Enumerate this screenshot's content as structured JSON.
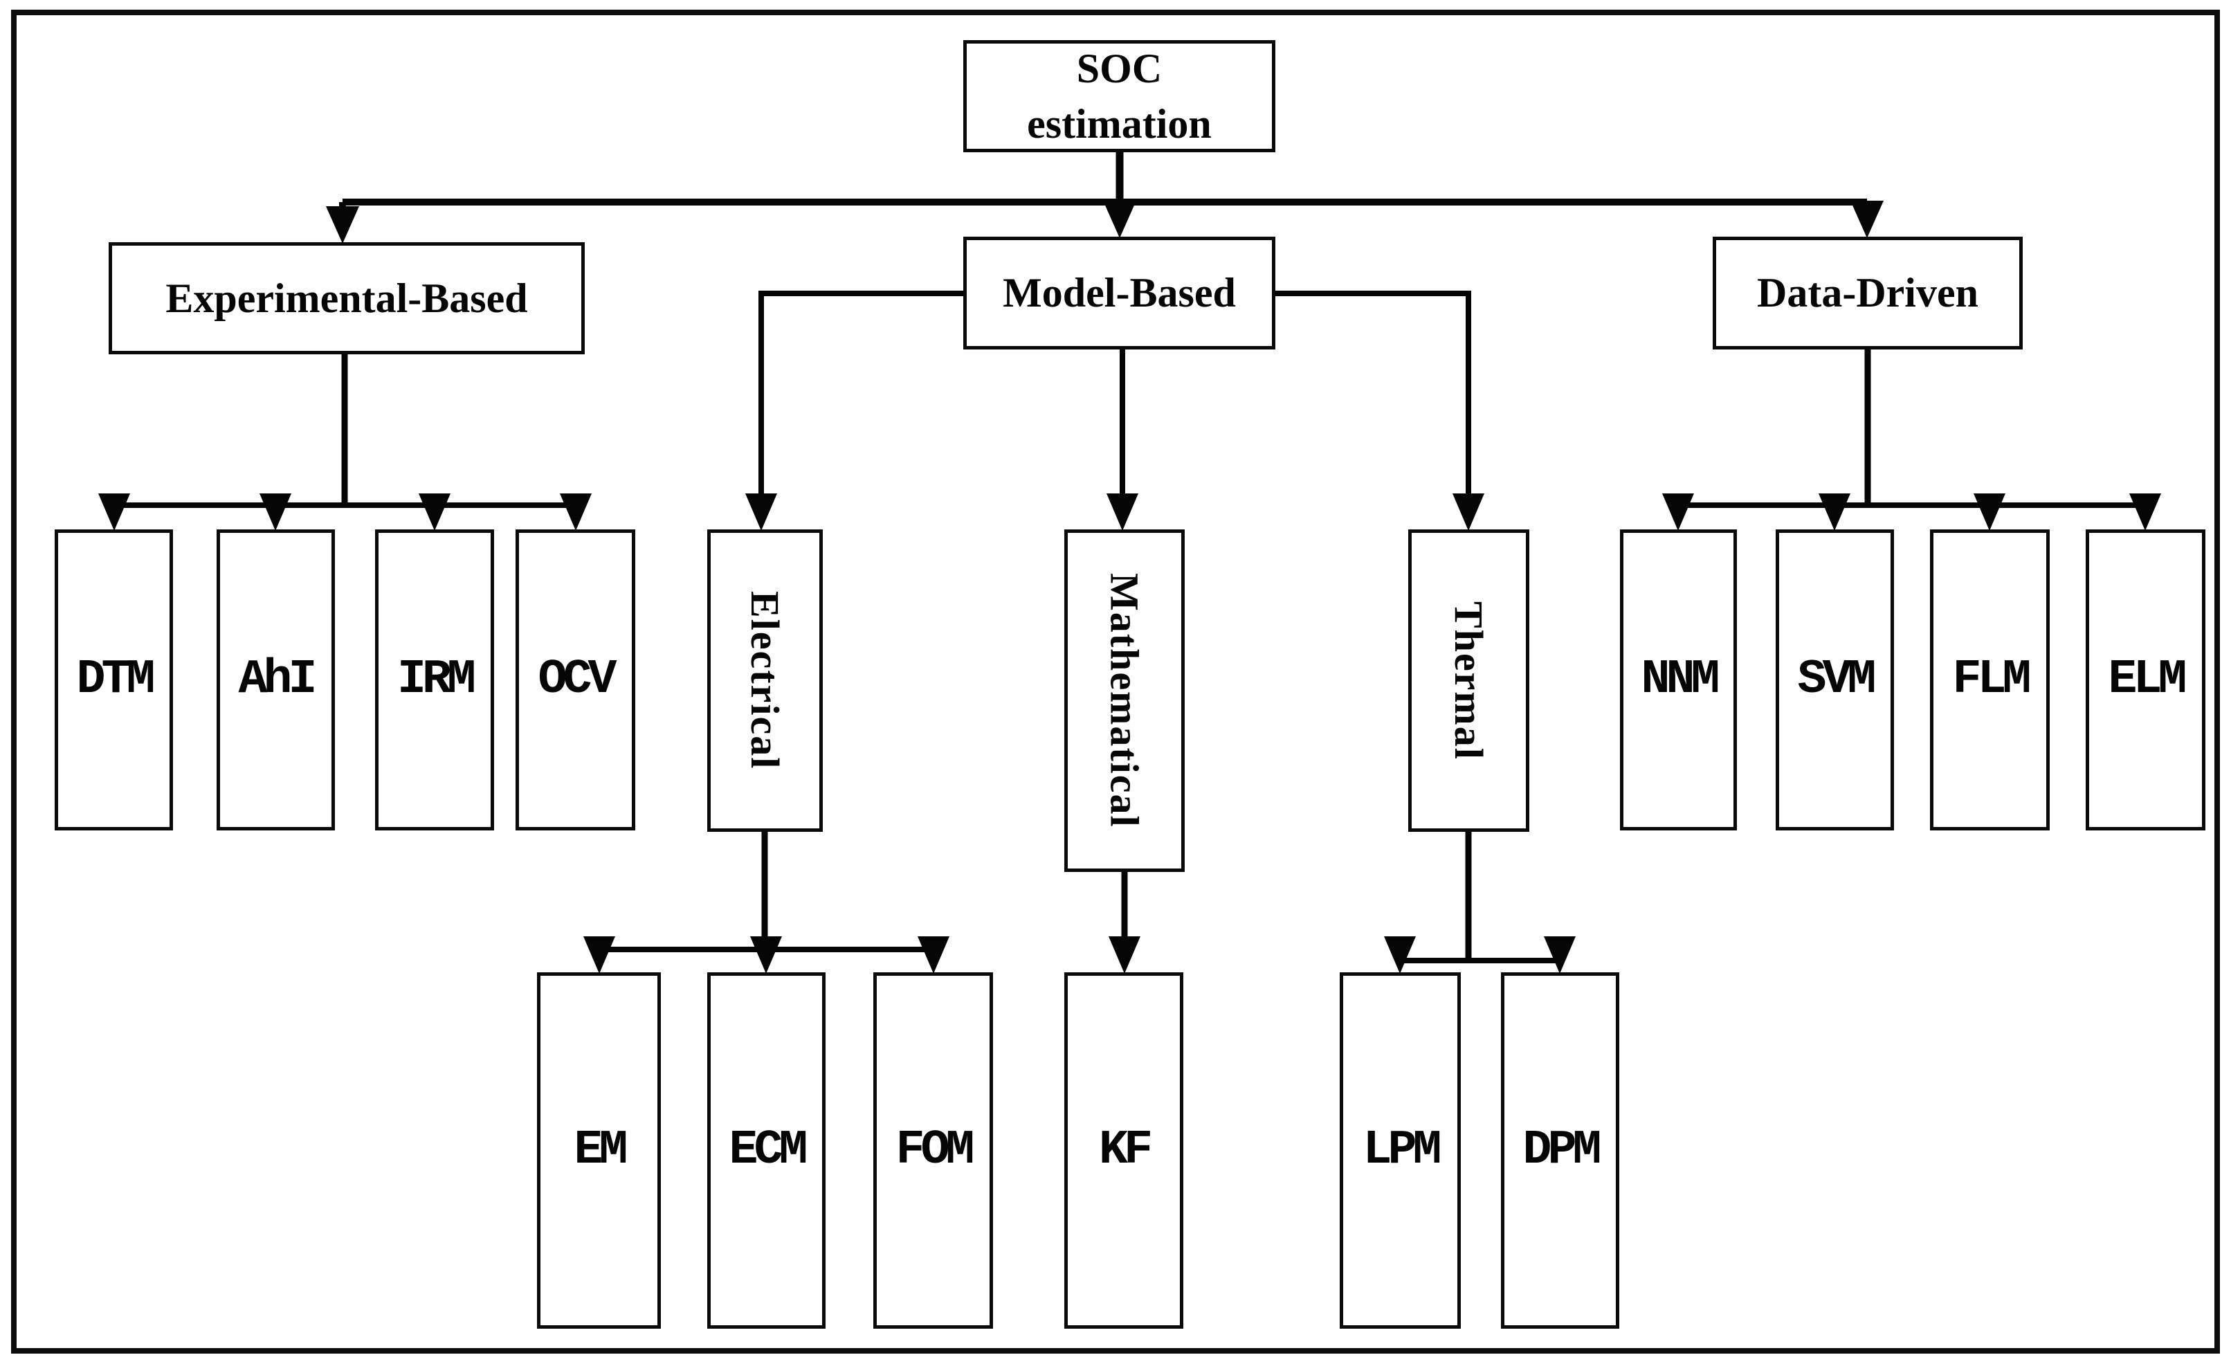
{
  "diagram": {
    "type": "flowchart-tree",
    "colors": {
      "line": "#050505",
      "background": "#ffffff",
      "box_fill": "#ffffff"
    },
    "nodes": {
      "root": {
        "line1": "SOC",
        "line2": "estimation"
      },
      "experimental": {
        "label": "Experimental-Based"
      },
      "model": {
        "label": "Model-Based"
      },
      "data_driven": {
        "label": "Data-Driven"
      },
      "dtm": {
        "label": "DTM"
      },
      "ahi": {
        "label": "AhI"
      },
      "irm": {
        "label": "IRM"
      },
      "ocv": {
        "label": "OCV"
      },
      "electrical": {
        "label": "Electrical"
      },
      "mathematical": {
        "label": "Mathematical"
      },
      "thermal": {
        "label": "Thermal"
      },
      "nnm": {
        "label": "NNM"
      },
      "svm": {
        "label": "SVM"
      },
      "flm": {
        "label": "FLM"
      },
      "elm": {
        "label": "ELM"
      },
      "em": {
        "label": "EM"
      },
      "ecm": {
        "label": "ECM"
      },
      "fom": {
        "label": "FOM"
      },
      "kf": {
        "label": "KF"
      },
      "lpm": {
        "label": "LPM"
      },
      "dpm": {
        "label": "DPM"
      }
    },
    "hierarchy": {
      "root": "SOC estimation",
      "children": [
        {
          "label": "Experimental-Based",
          "children": [
            "DTM",
            "AhI",
            "IRM",
            "OCV"
          ]
        },
        {
          "label": "Model-Based",
          "children": [
            {
              "label": "Electrical",
              "children": [
                "EM",
                "ECM",
                "FOM"
              ]
            },
            {
              "label": "Mathematical",
              "children": [
                "KF"
              ]
            },
            {
              "label": "Thermal",
              "children": [
                "LPM",
                "DPM"
              ]
            }
          ]
        },
        {
          "label": "Data-Driven",
          "children": [
            "NNM",
            "SVM",
            "FLM",
            "ELM"
          ]
        }
      ]
    }
  }
}
